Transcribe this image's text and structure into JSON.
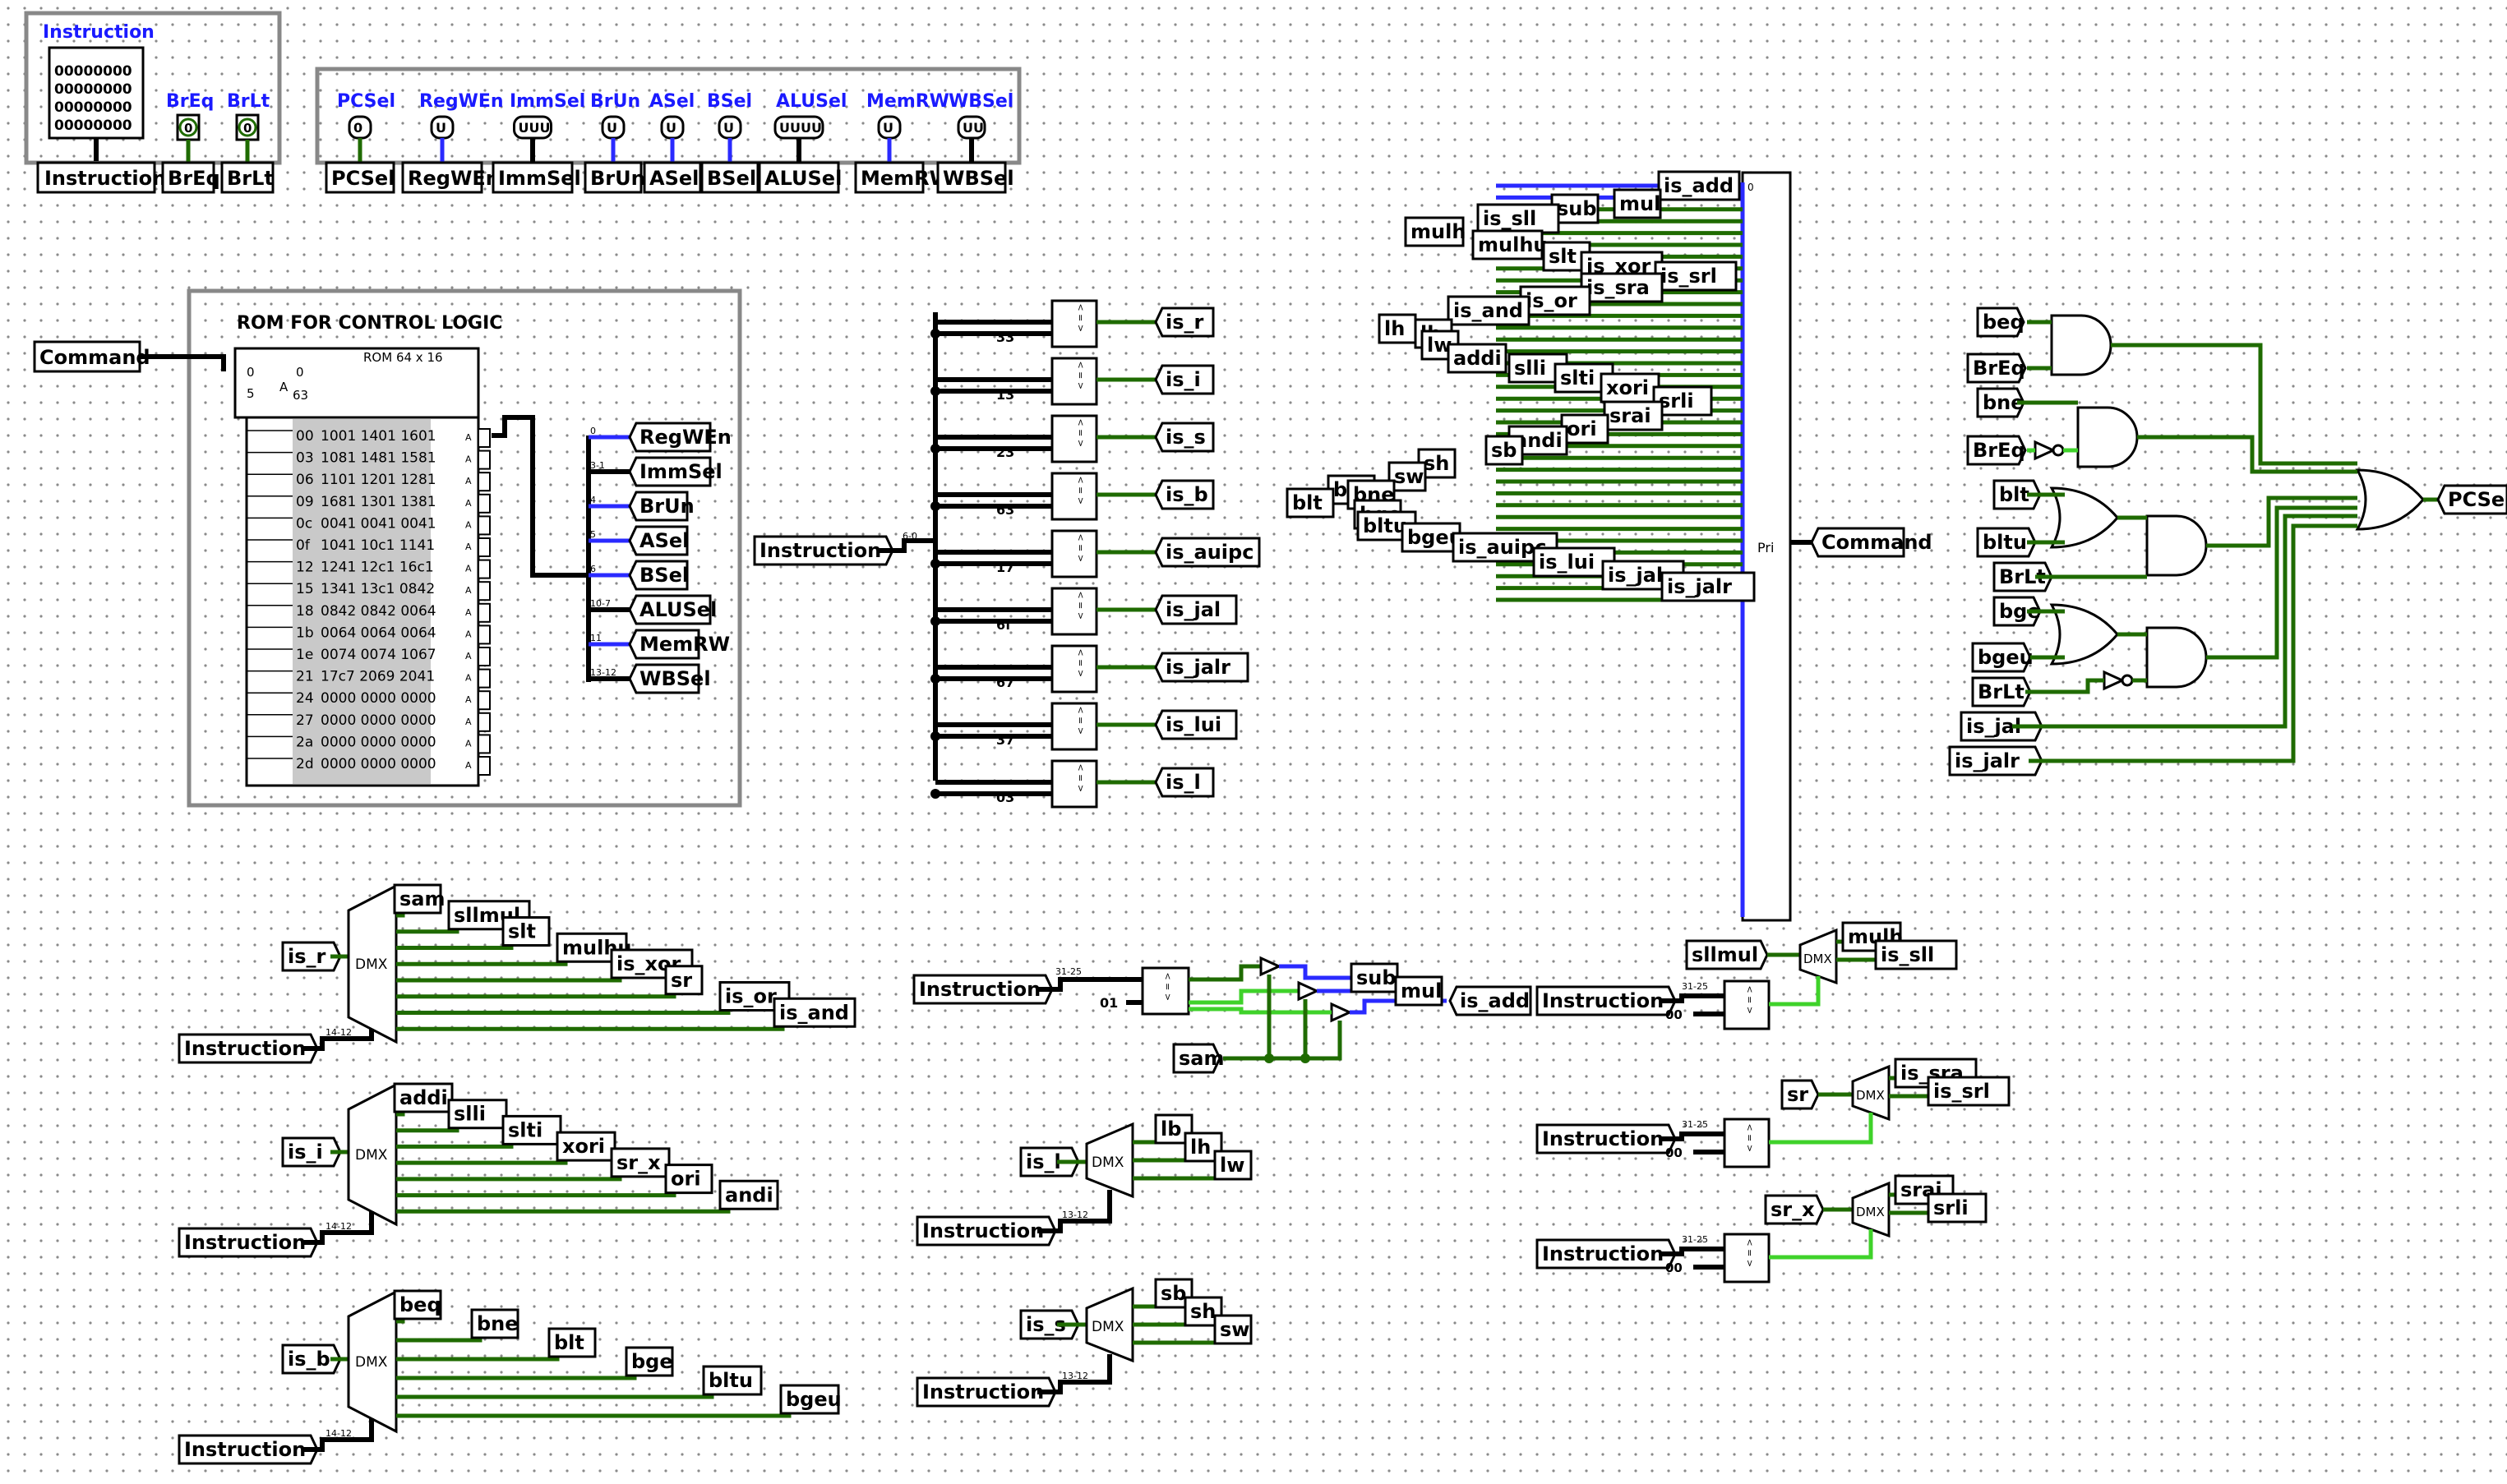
{
  "top_panel": {
    "instruction_title": "Instruction",
    "instruction_bits": [
      "00000000",
      "00000000",
      "00000000",
      "00000000"
    ],
    "instruction_tunnel": "Instruction",
    "breq_title": "BrEq",
    "breq_value": "0",
    "breq_tunnel": "BrEq",
    "brlt_title": "BrLt",
    "brlt_value": "0",
    "brlt_tunnel": "BrLt"
  },
  "outputs_panel": {
    "items": [
      {
        "title": "PCSel",
        "value": "0",
        "tunnel": "PCSel"
      },
      {
        "title": "RegWEn",
        "value": "U",
        "tunnel": "RegWEn"
      },
      {
        "title": "ImmSel",
        "value": "UUU",
        "tunnel": "ImmSel"
      },
      {
        "title": "BrUn",
        "value": "U",
        "tunnel": "BrUn"
      },
      {
        "title": "ASel",
        "value": "U",
        "tunnel": "ASel"
      },
      {
        "title": "BSel",
        "value": "U",
        "tunnel": "BSel"
      },
      {
        "title": "ALUSel",
        "value": "UUUU",
        "tunnel": "ALUSel"
      },
      {
        "title": "MemRW",
        "value": "U",
        "tunnel": "MemRW"
      },
      {
        "title": "WBSel",
        "value": "UU",
        "tunnel": "WBSel"
      }
    ]
  },
  "rom_section": {
    "title": "ROM FOR CONTROL LOGIC",
    "rom_label": "ROM 64 x 16",
    "command_tunnel": "Command",
    "address_lo": "0",
    "address_hi": "63",
    "addr_bits": "5",
    "rows": [
      {
        "addr": "00",
        "data": "1001 1401 1601"
      },
      {
        "addr": "03",
        "data": "1081 1481 1581"
      },
      {
        "addr": "06",
        "data": "1101 1201 1281"
      },
      {
        "addr": "09",
        "data": "1681 1301 1381"
      },
      {
        "addr": "0c",
        "data": "0041 0041 0041"
      },
      {
        "addr": "0f",
        "data": "1041 10c1 1141"
      },
      {
        "addr": "12",
        "data": "1241 12c1 16c1"
      },
      {
        "addr": "15",
        "data": "1341 13c1 0842"
      },
      {
        "addr": "18",
        "data": "0842 0842 0064"
      },
      {
        "addr": "1b",
        "data": "0064 0064 0064"
      },
      {
        "addr": "1e",
        "data": "0074 0074 1067"
      },
      {
        "addr": "21",
        "data": "17c7 2069 2041"
      },
      {
        "addr": "24",
        "data": "0000 0000 0000"
      },
      {
        "addr": "27",
        "data": "0000 0000 0000"
      },
      {
        "addr": "2a",
        "data": "0000 0000 0000"
      },
      {
        "addr": "2d",
        "data": "0000 0000 0000"
      }
    ],
    "splitter_outputs": [
      {
        "tunnel": "RegWEn",
        "bits": "0"
      },
      {
        "tunnel": "ImmSel",
        "bits": "3-1"
      },
      {
        "tunnel": "BrUn",
        "bits": "4"
      },
      {
        "tunnel": "ASel",
        "bits": "5"
      },
      {
        "tunnel": "BSel",
        "bits": "6"
      },
      {
        "tunnel": "ALUSel",
        "bits": "10-7"
      },
      {
        "tunnel": "MemRW",
        "bits": "11"
      },
      {
        "tunnel": "WBSel",
        "bits": "13-12"
      }
    ]
  },
  "opcode_section": {
    "input_tunnel": "Instruction",
    "split_bits": "6-0",
    "comparators": [
      {
        "const": "33",
        "out": "is_r"
      },
      {
        "const": "13",
        "out": "is_i"
      },
      {
        "const": "23",
        "out": "is_s"
      },
      {
        "const": "63",
        "out": "is_b"
      },
      {
        "const": "17",
        "out": "is_auipc"
      },
      {
        "const": "6f",
        "out": "is_jal"
      },
      {
        "const": "67",
        "out": "is_jalr"
      },
      {
        "const": "37",
        "out": "is_lui"
      },
      {
        "const": "03",
        "out": "is_l"
      }
    ]
  },
  "encoder": {
    "label": "Pri",
    "output_tunnel": "Command",
    "input_tunnels": [
      "is_add",
      "mul",
      "sub",
      "is_sll",
      "mulh",
      "mulhu",
      "slt",
      "is_xor",
      "is_srl",
      "is_sra",
      "is_or",
      "is_and",
      "lh",
      "lb",
      "lw",
      "addi",
      "slli",
      "slti",
      "xori",
      "srli",
      "srai",
      "ori",
      "andi",
      "sb",
      "sh",
      "sw",
      "beq",
      "bne",
      "bge",
      "blt",
      "bltu",
      "bgeu",
      "is_auipc",
      "is_lui",
      "is_jal",
      "is_jalr"
    ]
  },
  "pcsel_logic": {
    "inputs": [
      "beq",
      "BrEq",
      "bne",
      "BrEq",
      "blt",
      "bltu",
      "BrLt",
      "bge",
      "bgeu",
      "BrLt",
      "is_jal",
      "is_jalr"
    ],
    "output": "PCSel"
  },
  "demux_r": {
    "enable": "is_r",
    "label": "DMX",
    "select_tunnel": "Instruction",
    "split_bits": "14-12",
    "outputs": [
      "sam",
      "sllmul",
      "slt",
      "mulhu",
      "is_xor",
      "sr",
      "is_or",
      "is_and"
    ]
  },
  "demux_i": {
    "enable": "is_i",
    "label": "DMX",
    "select_tunnel": "Instruction",
    "split_bits": "14-12",
    "outputs": [
      "addi",
      "slli",
      "slti",
      "xori",
      "sr_x",
      "ori",
      "andi"
    ]
  },
  "demux_b": {
    "enable": "is_b",
    "label": "DMX",
    "select_tunnel": "Instruction",
    "split_bits": "14-12",
    "outputs": [
      "beq",
      "bne",
      "blt",
      "bge",
      "bltu",
      "bgeu"
    ]
  },
  "add_sub_mul": {
    "input_tunnel": "Instruction",
    "split_bits": "31-25",
    "const": "01",
    "sam_tunnel": "sam",
    "outputs": [
      "sub",
      "mul",
      "is_add"
    ]
  },
  "demux_l": {
    "enable": "is_l",
    "label": "DMX",
    "select_tunnel": "Instruction",
    "split_bits": "13-12",
    "outputs": [
      "lb",
      "lh",
      "lw"
    ]
  },
  "demux_s": {
    "enable": "is_s",
    "label": "DMX",
    "select_tunnel": "Instruction",
    "split_bits": "13-12",
    "outputs": [
      "sb",
      "sh",
      "sw"
    ]
  },
  "sllmul_section": {
    "input": "sllmul",
    "label": "DMX",
    "select_tunnel": "Instruction",
    "split_bits": "31-25",
    "const": "00",
    "outputs": [
      "mulh",
      "is_sll"
    ]
  },
  "sr_section": {
    "input": "sr",
    "label": "DMX",
    "select_tunnel": "Instruction",
    "split_bits": "31-25",
    "const": "00",
    "outputs": [
      "is_sra",
      "is_srl"
    ]
  },
  "srx_section": {
    "input": "sr_x",
    "label": "DMX",
    "select_tunnel": "Instruction",
    "split_bits": "31-25",
    "const": "00",
    "outputs": [
      "srai",
      "srli"
    ]
  }
}
